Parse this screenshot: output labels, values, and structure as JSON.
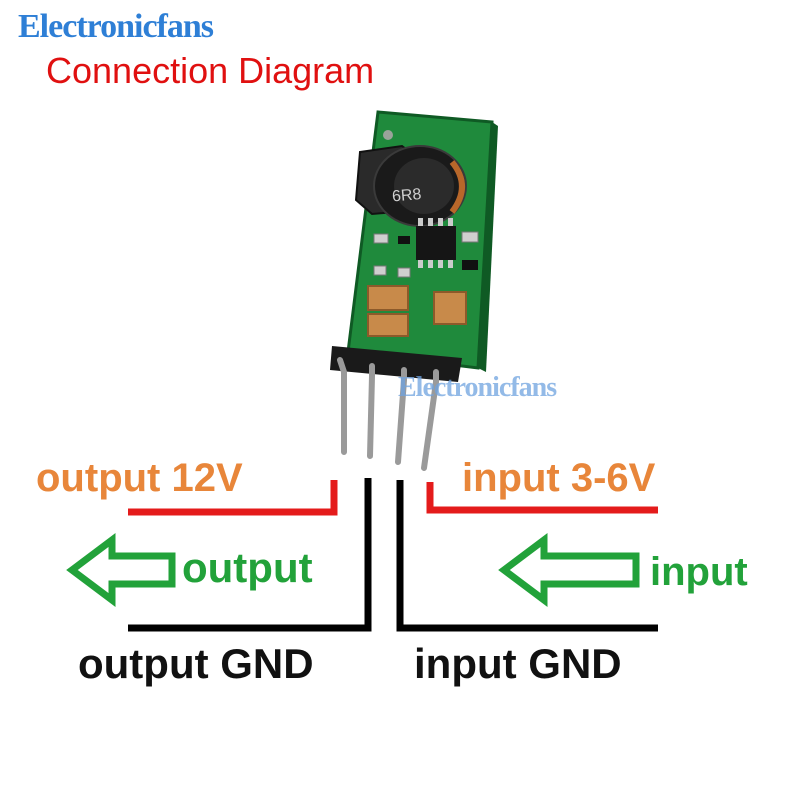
{
  "brand": "Electronicfans",
  "title": "Connection Diagram",
  "watermark": "Electronicfans",
  "labels": {
    "output_voltage": "output 12V",
    "input_voltage": "input 3-6V",
    "output": "output",
    "input": "input",
    "output_gnd": "output GND",
    "input_gnd": "input GND"
  },
  "module": {
    "inductor_marking": "6R8"
  },
  "colors": {
    "brand": "#2e7fd6",
    "title": "#e01010",
    "voltage_wire": "#e41b1b",
    "ground_wire": "#000000",
    "arrow": "#22a23a",
    "voltage_text": "#e8863a",
    "pcb": "#1f8a3c"
  }
}
